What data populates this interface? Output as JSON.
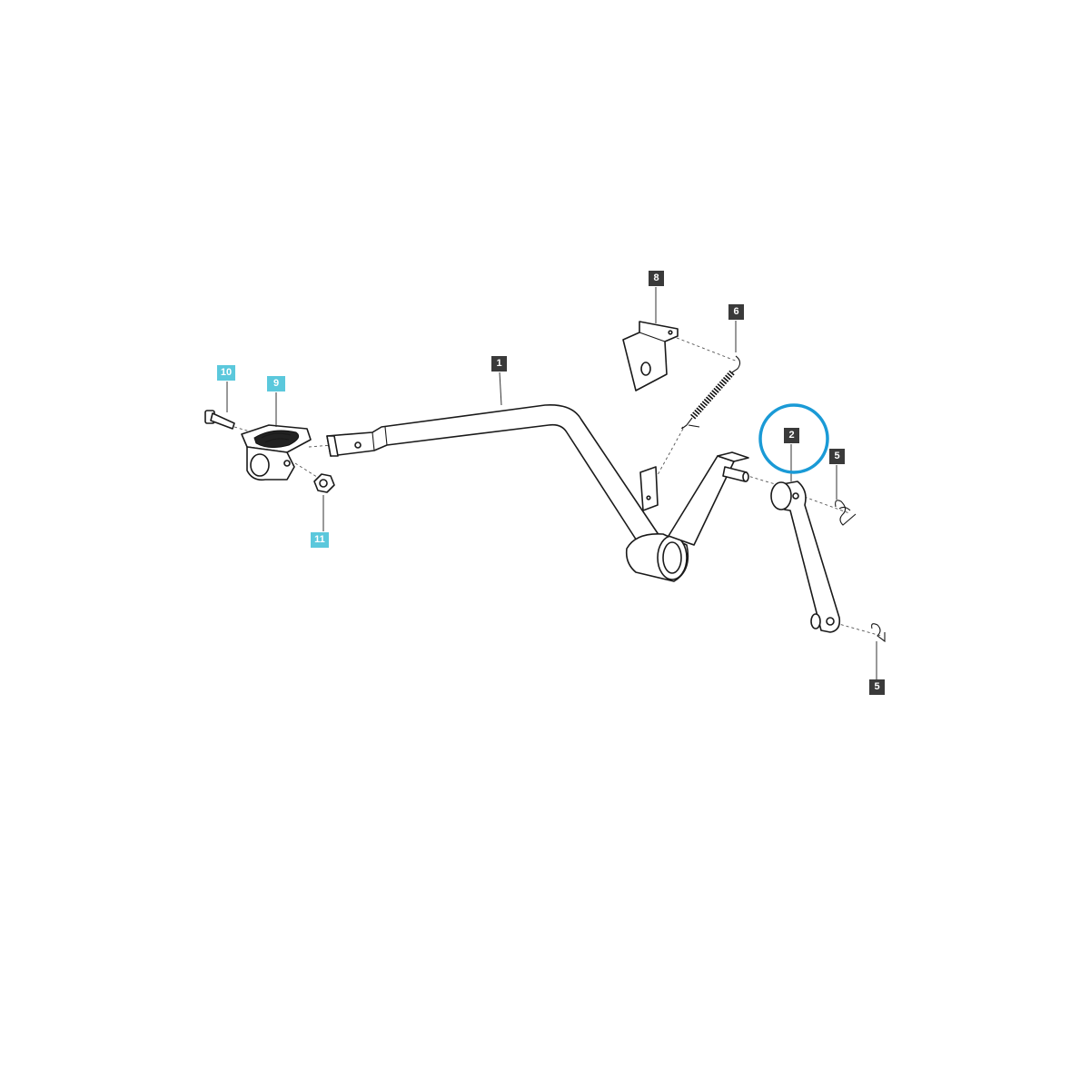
{
  "callouts": [
    {
      "id": "c1",
      "label": "1",
      "style": "dark"
    },
    {
      "id": "c2",
      "label": "2",
      "style": "dark"
    },
    {
      "id": "c5a",
      "label": "5",
      "style": "dark"
    },
    {
      "id": "c5b",
      "label": "5",
      "style": "dark"
    },
    {
      "id": "c6",
      "label": "6",
      "style": "dark"
    },
    {
      "id": "c8",
      "label": "8",
      "style": "dark"
    },
    {
      "id": "c9",
      "label": "9",
      "style": "cyan"
    },
    {
      "id": "c10",
      "label": "10",
      "style": "cyan"
    },
    {
      "id": "c11",
      "label": "11",
      "style": "cyan"
    }
  ],
  "colors": {
    "highlight": "#1a9ad6",
    "callout_dark": "#3a3a3a",
    "callout_cyan": "#5bc8dc",
    "line": "#1a1a1a"
  }
}
